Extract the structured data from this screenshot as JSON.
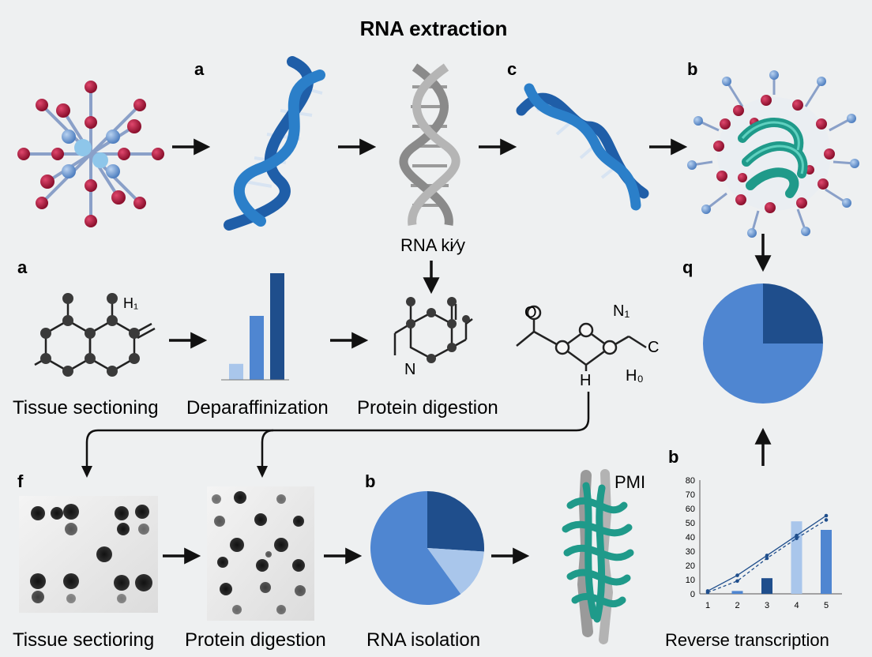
{
  "title": "RNA extraction",
  "panel_letters": [
    "a",
    "c",
    "b",
    "a",
    "q",
    "f",
    "b",
    "b"
  ],
  "row1": {
    "dna_label": "RNA ki∕y"
  },
  "row2": {
    "labels": [
      "Tissue sectioning",
      "Deparaffinization",
      "Protein digestion"
    ],
    "atom_labels": [
      "H₁",
      "N",
      "O",
      "N₁",
      "C",
      "H",
      "H₀"
    ]
  },
  "row3": {
    "labels": [
      "Tissue sectioring",
      "Protein digestion",
      "RNA isolation",
      "Reverse transcription"
    ],
    "protein_label": "PMI"
  },
  "colors": {
    "navy": "#1f4e8c",
    "mid_blue": "#4f86d1",
    "light_blue": "#a9c6eb",
    "teal": "#1f9a8a",
    "crimson": "#b0183c",
    "arrow": "#111111"
  },
  "chart_data": [
    {
      "type": "bar",
      "values": [
        15,
        60,
        100
      ],
      "title": "",
      "xlabel": "",
      "ylabel": ""
    },
    {
      "type": "pie",
      "values": [
        25,
        75
      ],
      "colors": [
        "#1f4e8c",
        "#4f86d1"
      ]
    },
    {
      "type": "pie",
      "values": [
        26,
        14,
        60
      ],
      "colors": [
        "#1f4e8c",
        "#a9c6eb",
        "#4f86d1"
      ]
    },
    {
      "type": "line",
      "x": [
        1,
        2,
        3,
        4,
        5
      ],
      "xticks": [
        "1",
        "2",
        "3",
        "4",
        "5"
      ],
      "yticks": [
        "0",
        "10",
        "20",
        "30",
        "40",
        "50",
        "60",
        "70",
        "80"
      ],
      "ylim": [
        0,
        80
      ],
      "series": [
        {
          "values": [
            2,
            13,
            27,
            41,
            55
          ],
          "style": "solid"
        },
        {
          "values": [
            1,
            9,
            25,
            39,
            52
          ],
          "style": "dashed"
        }
      ],
      "bars": [
        {
          "x": 2,
          "value": 2,
          "color": "#4f86d1"
        },
        {
          "x": 3,
          "value": 11,
          "color": "#1f4e8c"
        },
        {
          "x": 4,
          "value": 51,
          "color": "#a9c6eb"
        },
        {
          "x": 5,
          "value": 45,
          "color": "#4f86d1"
        }
      ]
    }
  ]
}
